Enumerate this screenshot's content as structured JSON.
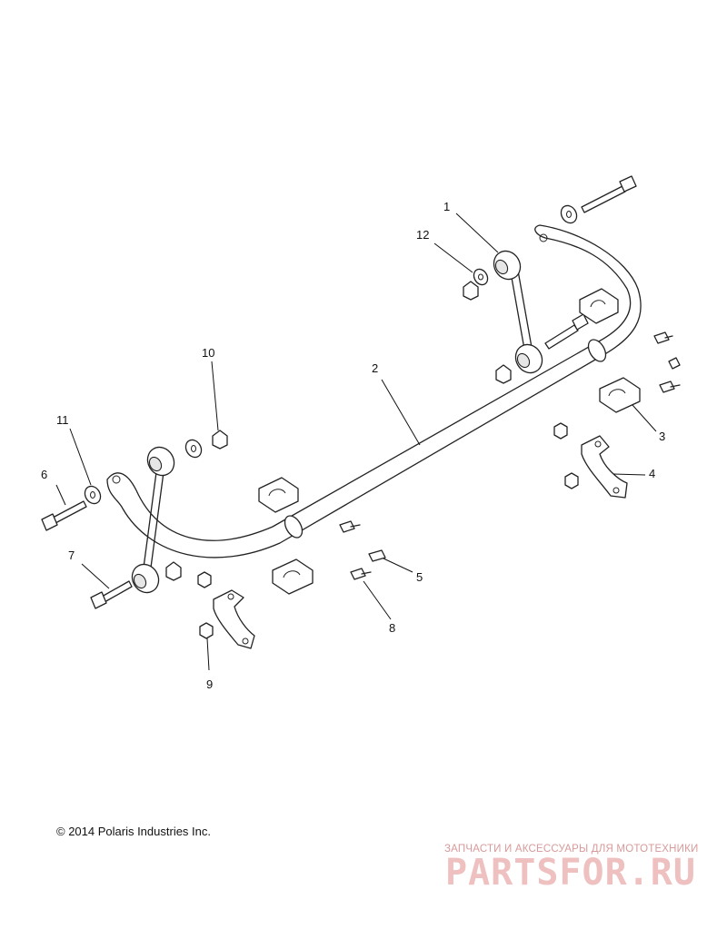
{
  "callouts": [
    {
      "id": "c1",
      "label": "1"
    },
    {
      "id": "c2",
      "label": "2"
    },
    {
      "id": "c3",
      "label": "3"
    },
    {
      "id": "c4",
      "label": "4"
    },
    {
      "id": "c5",
      "label": "5"
    },
    {
      "id": "c6",
      "label": "6"
    },
    {
      "id": "c7",
      "label": "7"
    },
    {
      "id": "c8",
      "label": "8"
    },
    {
      "id": "c9",
      "label": "9"
    },
    {
      "id": "c10",
      "label": "10"
    },
    {
      "id": "c11",
      "label": "11"
    },
    {
      "id": "c12",
      "label": "12"
    }
  ],
  "copyright": "© 2014 Polaris Industries Inc.",
  "watermark": {
    "line1": "ЗАПЧАСТИ И АКСЕССУАРЫ ДЛЯ МОТОТЕХНИКИ",
    "line2": "PARTSFOR.RU"
  }
}
